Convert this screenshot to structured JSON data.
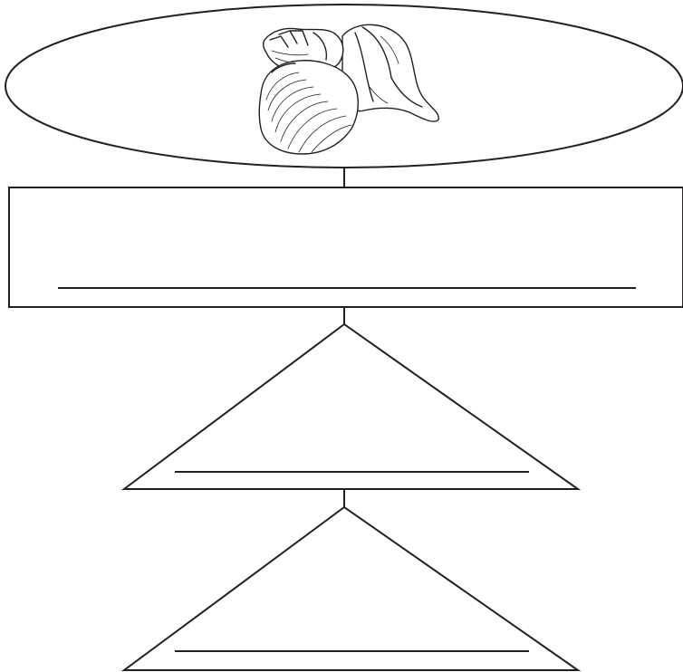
{
  "diagram": {
    "top_image": "seashells-illustration",
    "nodes": [
      {
        "shape": "ellipse",
        "label": ""
      },
      {
        "shape": "rectangle",
        "label": ""
      },
      {
        "shape": "triangle",
        "label": ""
      },
      {
        "shape": "triangle",
        "label": ""
      }
    ],
    "colors": {
      "line": "#231f20",
      "background": "#ffffff"
    }
  }
}
